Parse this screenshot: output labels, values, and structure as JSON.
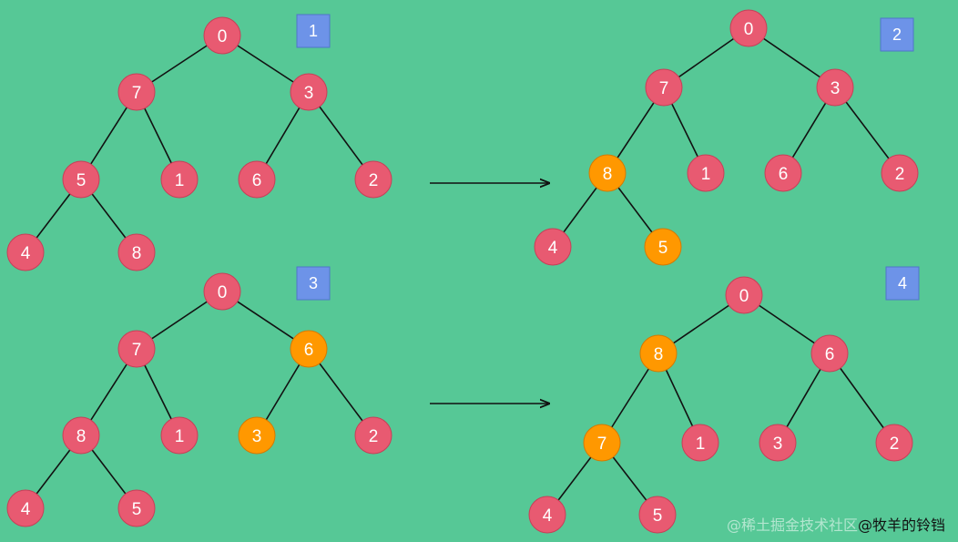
{
  "colors": {
    "background": "#56c896",
    "node_default": "#e85a71",
    "node_highlight": "#ff9800",
    "node_stroke": "#c73f58",
    "highlight_stroke": "#d47a00",
    "badge": "#6d93e8",
    "edge": "#111111"
  },
  "panels": [
    {
      "id": "1",
      "label": "1",
      "nodes": [
        {
          "id": "n0",
          "label": "0"
        },
        {
          "id": "n1",
          "label": "7"
        },
        {
          "id": "n2",
          "label": "3"
        },
        {
          "id": "n3",
          "label": "5"
        },
        {
          "id": "n4",
          "label": "1"
        },
        {
          "id": "n5",
          "label": "6"
        },
        {
          "id": "n6",
          "label": "2"
        },
        {
          "id": "n7",
          "label": "4"
        },
        {
          "id": "n8",
          "label": "8"
        }
      ],
      "highlighted": []
    },
    {
      "id": "2",
      "label": "2",
      "nodes": [
        {
          "id": "n0",
          "label": "0"
        },
        {
          "id": "n1",
          "label": "7"
        },
        {
          "id": "n2",
          "label": "3"
        },
        {
          "id": "n3",
          "label": "8"
        },
        {
          "id": "n4",
          "label": "1"
        },
        {
          "id": "n5",
          "label": "6"
        },
        {
          "id": "n6",
          "label": "2"
        },
        {
          "id": "n7",
          "label": "4"
        },
        {
          "id": "n8",
          "label": "5"
        }
      ],
      "highlighted": [
        "n3",
        "n8"
      ]
    },
    {
      "id": "3",
      "label": "3",
      "nodes": [
        {
          "id": "n0",
          "label": "0"
        },
        {
          "id": "n1",
          "label": "7"
        },
        {
          "id": "n2",
          "label": "6"
        },
        {
          "id": "n3",
          "label": "8"
        },
        {
          "id": "n4",
          "label": "1"
        },
        {
          "id": "n5",
          "label": "3"
        },
        {
          "id": "n6",
          "label": "2"
        },
        {
          "id": "n7",
          "label": "4"
        },
        {
          "id": "n8",
          "label": "5"
        }
      ],
      "highlighted": [
        "n2",
        "n5"
      ]
    },
    {
      "id": "4",
      "label": "4",
      "nodes": [
        {
          "id": "n0",
          "label": "0"
        },
        {
          "id": "n1",
          "label": "8"
        },
        {
          "id": "n2",
          "label": "6"
        },
        {
          "id": "n3",
          "label": "7"
        },
        {
          "id": "n4",
          "label": "1"
        },
        {
          "id": "n5",
          "label": "3"
        },
        {
          "id": "n6",
          "label": "2"
        },
        {
          "id": "n7",
          "label": "4"
        },
        {
          "id": "n8",
          "label": "5"
        }
      ],
      "highlighted": [
        "n1",
        "n3"
      ]
    }
  ],
  "edges": [
    [
      "n0",
      "n1"
    ],
    [
      "n0",
      "n2"
    ],
    [
      "n1",
      "n3"
    ],
    [
      "n1",
      "n4"
    ],
    [
      "n2",
      "n5"
    ],
    [
      "n2",
      "n6"
    ],
    [
      "n3",
      "n7"
    ],
    [
      "n3",
      "n8"
    ]
  ],
  "arrows": [
    {
      "id": "arrow-1-to-2",
      "from": "1",
      "to": "2"
    },
    {
      "id": "arrow-3-to-4",
      "from": "3",
      "to": "4"
    }
  ],
  "watermark": {
    "site": "@稀土掘金技术社区",
    "author": "@牧羊的铃铛"
  }
}
